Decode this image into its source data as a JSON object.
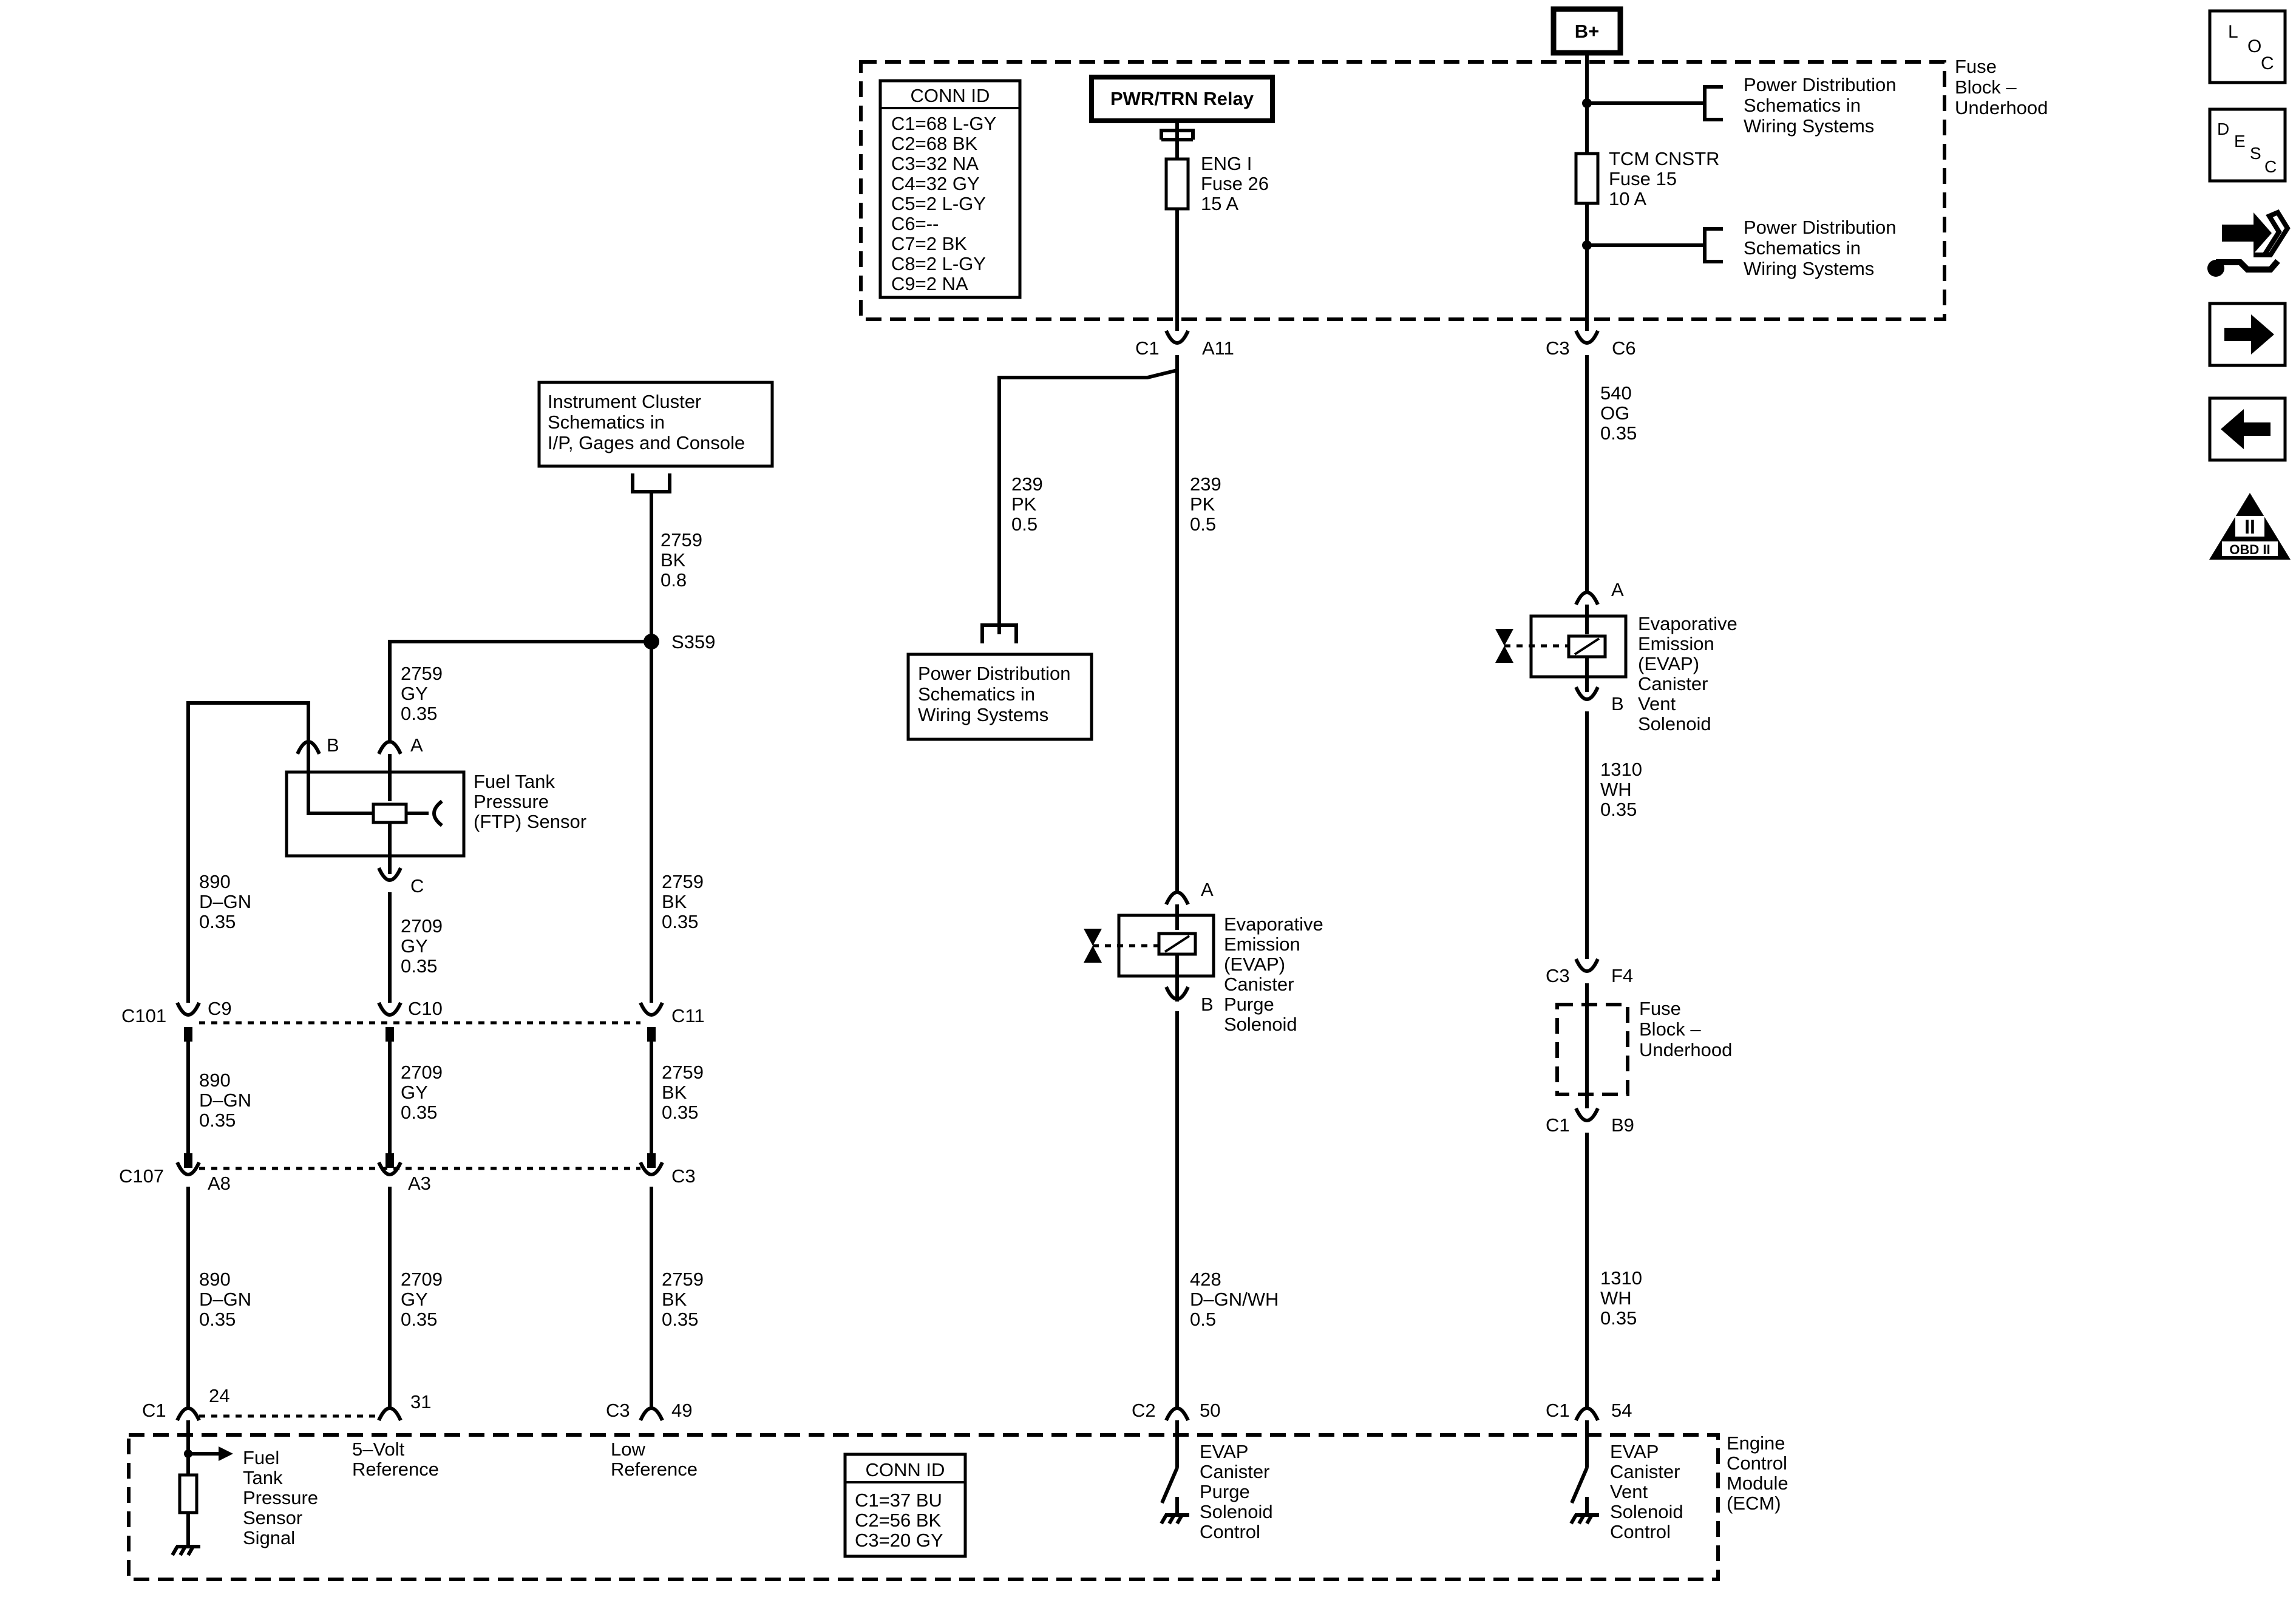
{
  "power": {
    "bplus": "B+",
    "relay": "PWR/TRN Relay"
  },
  "top_conn_id": {
    "title": "CONN ID",
    "rows": [
      "C1=68 L-GY",
      "C2=68 BK",
      "C3=32 NA",
      "C4=32 GY",
      "C5=2 L-GY",
      "C6=--",
      "C7=2 BK",
      "C8=2 L-GY",
      "C9=2 NA"
    ]
  },
  "ecm_conn_id": {
    "title": "CONN ID",
    "rows": [
      "C1=37 BU",
      "C2=56 BK",
      "C3=20 GY"
    ]
  },
  "fuse_eng": [
    "ENG I",
    "Fuse 26",
    "15 A"
  ],
  "fuse_tcm": [
    "TCM CNSTR",
    "Fuse 15",
    "10 A"
  ],
  "pds_top": [
    "Power Distribution",
    "Schematics in",
    "Wiring Systems"
  ],
  "pds_mid": [
    "Power Distribution",
    "Schematics in",
    "Wiring Systems"
  ],
  "pds_left": [
    "Power Distribution",
    "Schematics in",
    "Wiring Systems"
  ],
  "fuse_block_label": [
    "Fuse",
    "Block –",
    "Underhood"
  ],
  "fuse_block_lower": [
    "Fuse",
    "Block –",
    "Underhood"
  ],
  "instrument_cluster": [
    "Instrument Cluster",
    "Schematics in",
    "I/P, Gages and Console"
  ],
  "ftp_sensor": [
    "Fuel Tank",
    "Pressure",
    "(FTP) Sensor"
  ],
  "purge_solenoid": [
    "Evaporative",
    "Emission",
    "(EVAP)",
    "Canister",
    "Purge",
    "Solenoid"
  ],
  "vent_solenoid": [
    "Evaporative",
    "Emission",
    "(EVAP)",
    "Canister",
    "Vent",
    "Solenoid"
  ],
  "ecm_label": [
    "Engine",
    "Control",
    "Module",
    "(ECM)"
  ],
  "ecm_signals": {
    "ftp": [
      "Fuel",
      "Tank",
      "Pressure",
      "Sensor",
      "Signal"
    ],
    "ref5v": [
      "5–Volt",
      "Reference"
    ],
    "lowref": [
      "Low",
      "Reference"
    ],
    "purge": [
      "EVAP",
      "Canister",
      "Purge",
      "Solenoid",
      "Control"
    ],
    "vent": [
      "EVAP",
      "Canister",
      "Vent",
      "Solenoid",
      "Control"
    ]
  },
  "wires": {
    "w_2759_08": [
      "2759",
      "BK",
      "0.8"
    ],
    "w_2759_gy": [
      "2759",
      "GY",
      "0.35"
    ],
    "w_890_1": [
      "890",
      "D–GN",
      "0.35"
    ],
    "w_2709_1": [
      "2709",
      "GY",
      "0.35"
    ],
    "w_2759_bk1": [
      "2759",
      "BK",
      "0.35"
    ],
    "w_890_2": [
      "890",
      "D–GN",
      "0.35"
    ],
    "w_2709_2": [
      "2709",
      "GY",
      "0.35"
    ],
    "w_2759_bk2": [
      "2759",
      "BK",
      "0.35"
    ],
    "w_890_3": [
      "890",
      "D–GN",
      "0.35"
    ],
    "w_2709_3": [
      "2709",
      "GY",
      "0.35"
    ],
    "w_2759_bk3": [
      "2759",
      "BK",
      "0.35"
    ],
    "w_239_a": [
      "239",
      "PK",
      "0.5"
    ],
    "w_239_b": [
      "239",
      "PK",
      "0.5"
    ],
    "w_428": [
      "428",
      "D–GN/WH",
      "0.5"
    ],
    "w_540": [
      "540",
      "OG",
      "0.35"
    ],
    "w_1310_a": [
      "1310",
      "WH",
      "0.35"
    ],
    "w_1310_b": [
      "1310",
      "WH",
      "0.35"
    ]
  },
  "pins": {
    "c1": "C1",
    "a11": "A11",
    "c3_top": "C3",
    "c6": "C6",
    "s359": "S359",
    "ftp_b": "B",
    "ftp_a": "A",
    "ftp_c": "C",
    "c101": "C101",
    "c9": "C9",
    "c10": "C10",
    "c11": "C11",
    "c107": "C107",
    "a8": "A8",
    "a3": "A3",
    "c3_mid": "C3",
    "ecm_c1": "C1",
    "p24": "24",
    "p31": "31",
    "ecm_c3": "C3",
    "p49": "49",
    "ecm_c2": "C2",
    "p50": "50",
    "ecm_c1b": "C1",
    "p54": "54",
    "purge_a": "A",
    "purge_b": "B",
    "vent_a": "A",
    "vent_b": "B",
    "c3_f": "C3",
    "f4": "F4",
    "c1_b": "C1",
    "b9": "B9"
  },
  "nav": {
    "loc": [
      "L",
      "O",
      "C"
    ],
    "desc": [
      "D",
      "E",
      "S",
      "C"
    ],
    "obd": "OBD II",
    "obd_numeral": "II"
  }
}
